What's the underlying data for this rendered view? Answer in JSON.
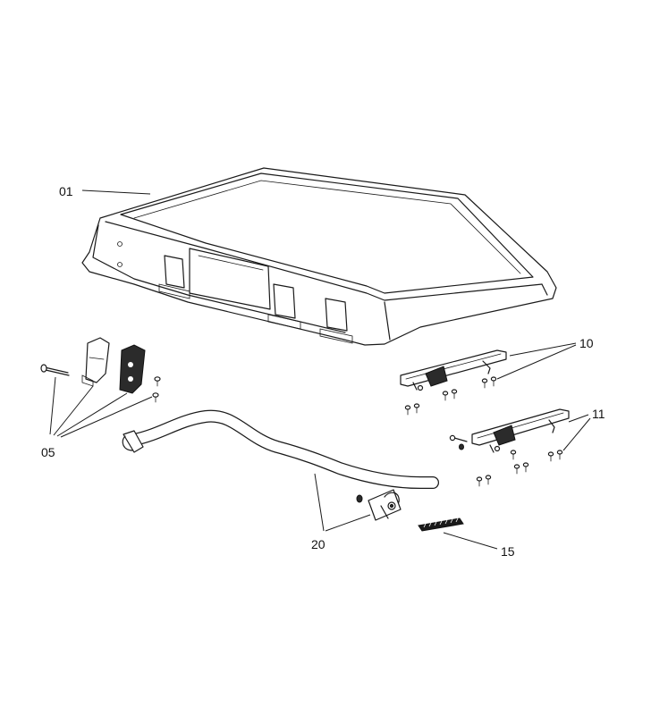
{
  "callouts": {
    "c01": "01",
    "c05": "05",
    "c10": "10",
    "c11": "11",
    "c15": "15",
    "c20": "20"
  }
}
